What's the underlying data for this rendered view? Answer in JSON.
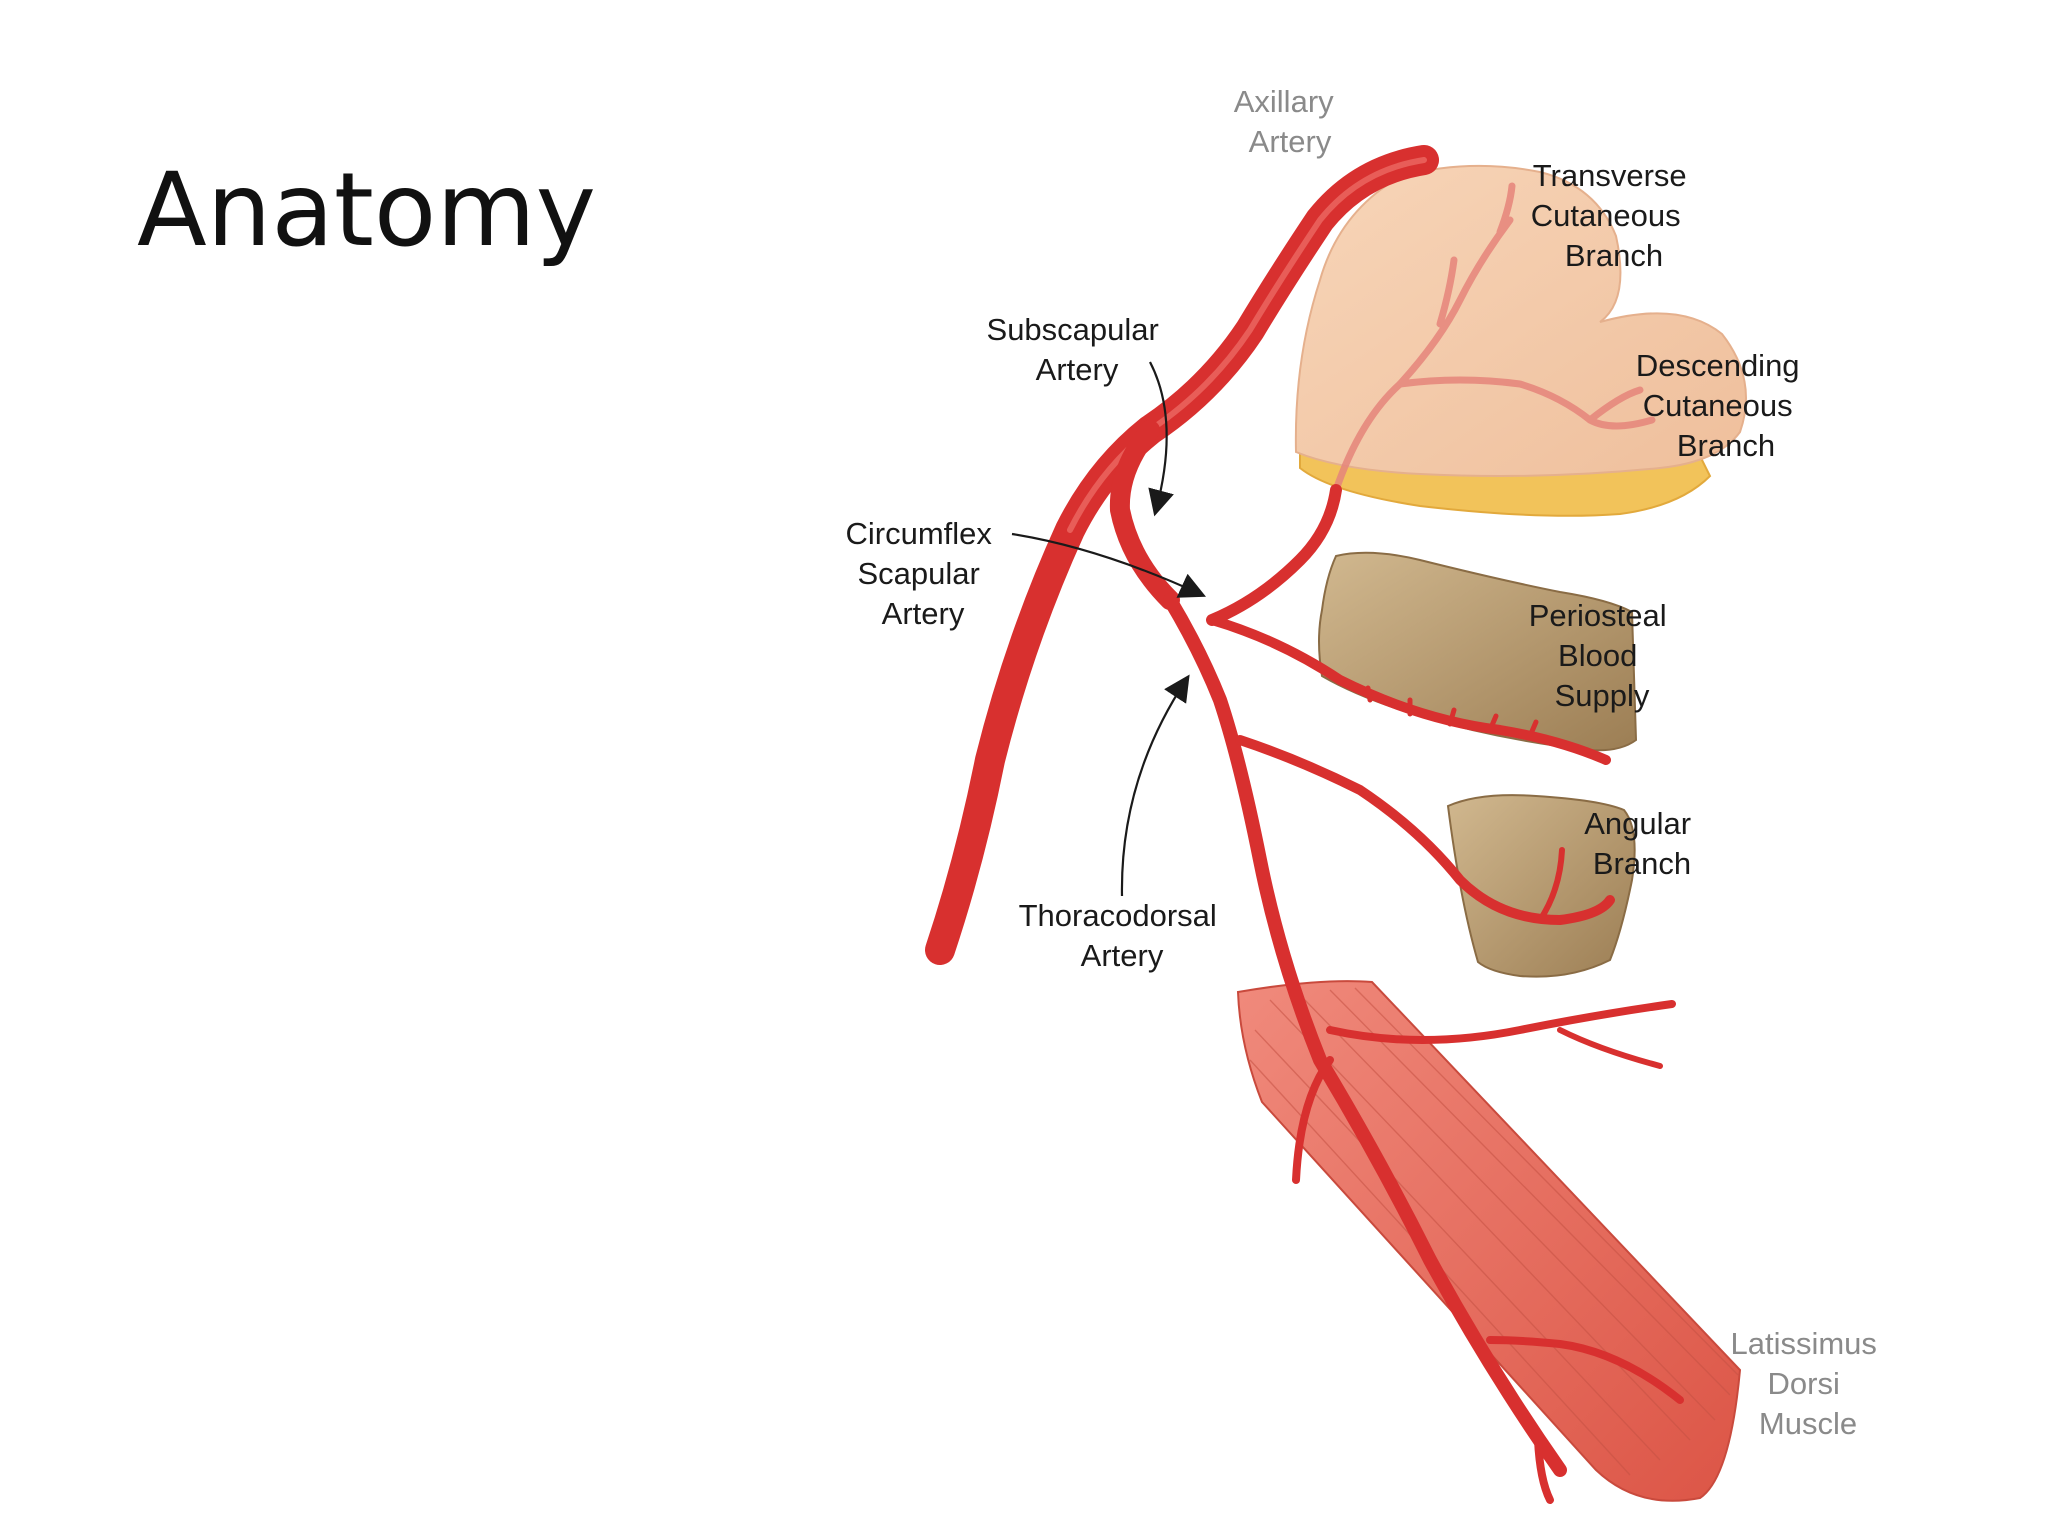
{
  "slide": {
    "title": "Anatomy"
  },
  "figure": {
    "labels": {
      "axillary_artery": [
        "Axillary",
        "Artery"
      ],
      "subscapular_artery": [
        "Subscapular",
        "Artery"
      ],
      "circumflex_scapular_artery": [
        "Circumflex",
        "Scapular",
        "Artery"
      ],
      "thoracodorsal_artery": [
        "Thoracodorsal",
        "Artery"
      ],
      "transverse_cutaneous_branch": [
        "Transverse",
        "Cutaneous",
        "Branch"
      ],
      "descending_cutaneous_branch": [
        "Descending",
        "Cutaneous",
        "Branch"
      ],
      "periosteal_blood_supply": [
        "Periosteal",
        "Blood",
        "Supply"
      ],
      "angular_branch": [
        "Angular",
        "Branch"
      ],
      "latissimus_dorsi_muscle": [
        "Latissimus",
        "Dorsi",
        "Muscle"
      ]
    },
    "colors": {
      "artery": "#d8302f",
      "artery_highlight": "#f0706a",
      "skin_paddle": "#f3c7a4",
      "fat_layer": "#f2c35a",
      "bone": "#b79a70",
      "muscle": "#e8675a",
      "label_dark": "#1a1a1a",
      "label_gray": "#8a8a8a"
    }
  }
}
